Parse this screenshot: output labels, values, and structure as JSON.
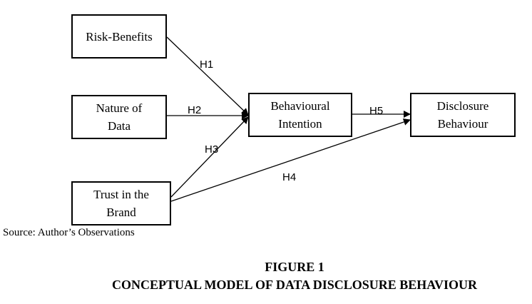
{
  "nodes": {
    "risk_benefits": "Risk-Benefits",
    "nature_of_data": "Nature of\nData",
    "trust_in_brand": "Trust in the\nBrand",
    "behavioural_intention": "Behavioural\nIntention",
    "disclosure_behaviour": "Disclosure\nBehaviour"
  },
  "hypotheses": {
    "h1": "H1",
    "h2": "H2",
    "h3": "H3",
    "h4": "H4",
    "h5": "H5"
  },
  "source": "Source: Author’s Observations",
  "figure": {
    "number": "FIGURE 1",
    "title": "CONCEPTUAL MODEL OF DATA DISCLOSURE BEHAVIOUR"
  }
}
